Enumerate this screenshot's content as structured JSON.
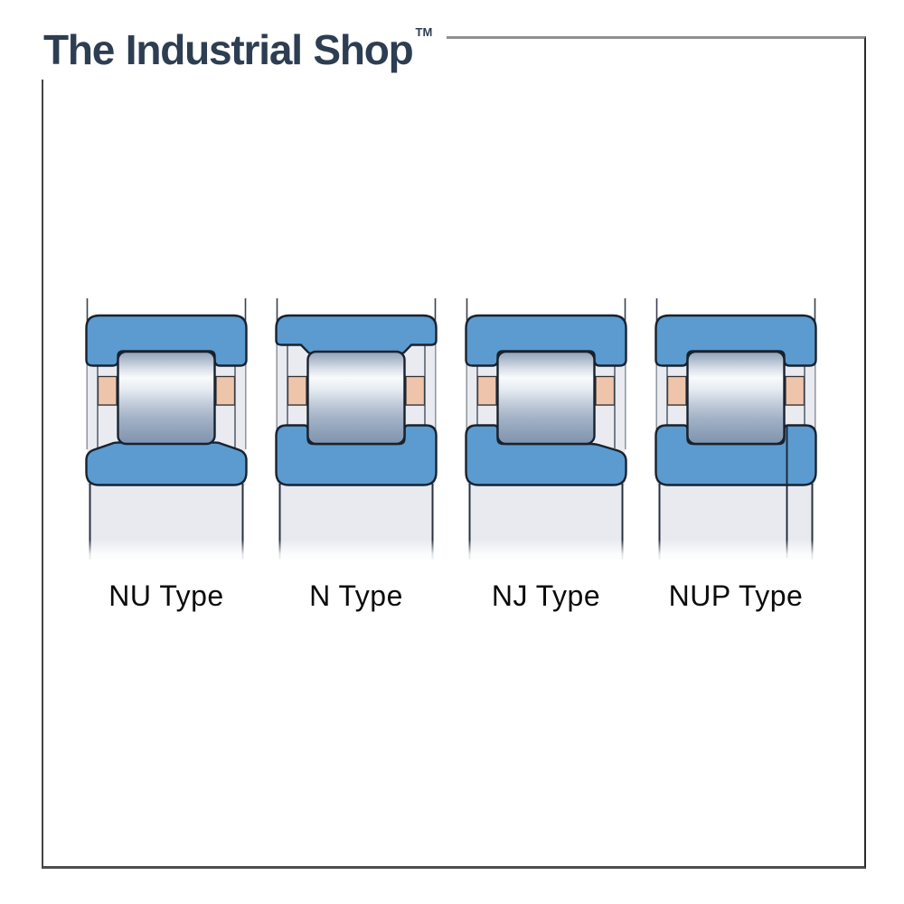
{
  "brand": {
    "name": "The Industrial Shop",
    "trademark": "TM",
    "color": "#2d3e52"
  },
  "diagram": {
    "title_visible": false,
    "bearings": [
      {
        "id": "nu",
        "label": "NU Type",
        "outer_ring": "double flanged",
        "inner_ring": "plain"
      },
      {
        "id": "n",
        "label": "N Type",
        "outer_ring": "plain",
        "inner_ring": "double flanged"
      },
      {
        "id": "nj",
        "label": "NJ Type",
        "outer_ring": "double flanged",
        "inner_ring": "single flange"
      },
      {
        "id": "nup",
        "label": "NUP Type",
        "outer_ring": "double flanged",
        "inner_ring": "double flanged with loose thrust collar"
      }
    ],
    "colors": {
      "ring_blue": "#5b9bd0",
      "cage_tan": "#eec5ab",
      "outline_dark": "#18222e",
      "body_gray": "#e9ebf1",
      "roller_highlight": "#f8fafc",
      "roller_shadow": "#7f94ae",
      "frame_gray": "#909090"
    }
  }
}
